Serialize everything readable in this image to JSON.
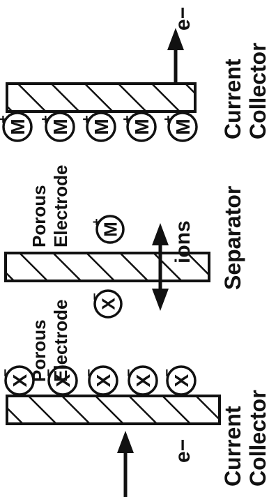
{
  "labels": {
    "current_collector_left": [
      "Current",
      "Collector"
    ],
    "current_collector_right": [
      "Current",
      "Collector"
    ],
    "porous_electrode_left": [
      "Porous",
      "Electrode"
    ],
    "porous_electrode_right": [
      "Porous",
      "Electrode"
    ],
    "separator": "Separator",
    "ions": "ions",
    "electron_bottom": "e−",
    "electron_top": "e−"
  },
  "ions": {
    "anion_symbol": "X",
    "anion_charge": "−",
    "cation_symbol": "M",
    "cation_charge": "+"
  },
  "colors": {
    "ink": "#111111",
    "background": "#ffffff"
  }
}
